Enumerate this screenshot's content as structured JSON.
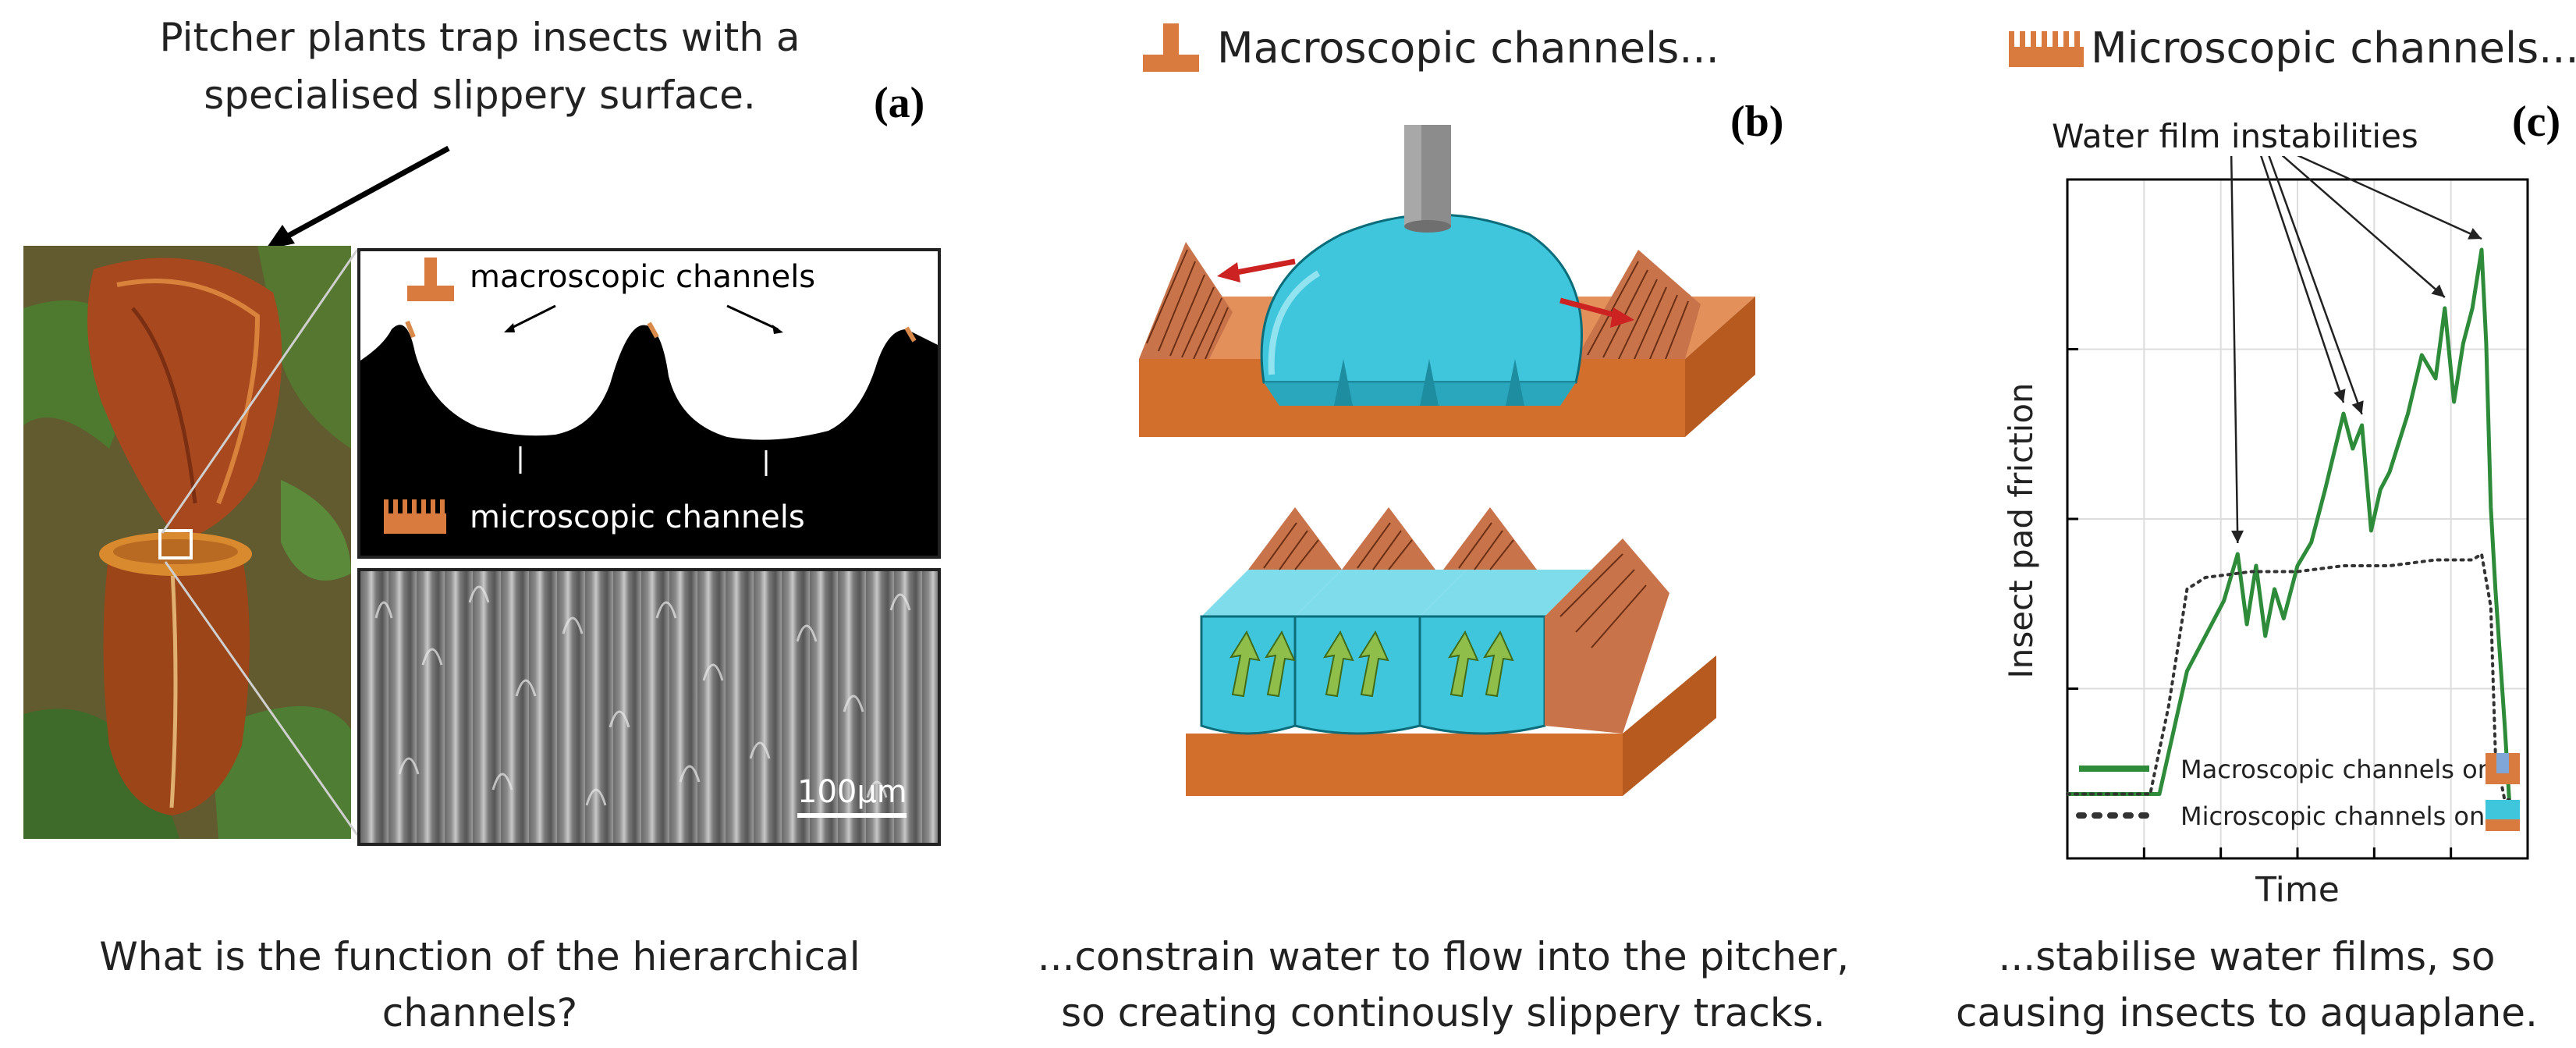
{
  "panel_a": {
    "label": "(a)",
    "title_line1": "Pitcher plants trap insects with a",
    "title_line2": "specialised slippery surface.",
    "macro_label": "macroscopic channels",
    "micro_label": "microscopic channels",
    "scale_bar": "100µm",
    "caption_line1": "What is the function of the hierarchical",
    "caption_line2": "channels?"
  },
  "panel_b": {
    "label": "(b)",
    "heading": "Macroscopic channels...",
    "caption_line1": "...constrain water to flow into the pitcher,",
    "caption_line2": "so creating continously slippery tracks."
  },
  "panel_c": {
    "label": "(c)",
    "heading": "Microscopic channels...",
    "annotation": "Water film instabilities",
    "xlabel": "Time",
    "ylabel": "Insect pad friction",
    "legend_macro": "Macroscopic channels only",
    "legend_micro": "Microscopic channels only",
    "caption_line1": "...stabilise water films, so",
    "caption_line2": "causing insects to aquaplane."
  },
  "chart_data": {
    "type": "line",
    "xlabel": "Time",
    "ylabel": "Insect pad friction",
    "grid": true,
    "legend_position": "bottom",
    "series": [
      {
        "name": "Macroscopic channels only",
        "style": "solid",
        "color": "#2e8b3a",
        "x": [
          0,
          0.1,
          0.2,
          0.22,
          0.26,
          0.3,
          0.34,
          0.37,
          0.39,
          0.41,
          0.43,
          0.45,
          0.47,
          0.5,
          0.53,
          0.56,
          0.6,
          0.62,
          0.64,
          0.66,
          0.68,
          0.7,
          0.74,
          0.77,
          0.8,
          0.82,
          0.84,
          0.86,
          0.88,
          0.9,
          0.91,
          0.92,
          0.93,
          0.95,
          0.96
        ],
        "y": [
          0.03,
          0.03,
          0.03,
          0.1,
          0.24,
          0.3,
          0.36,
          0.44,
          0.32,
          0.42,
          0.3,
          0.38,
          0.33,
          0.42,
          0.46,
          0.55,
          0.68,
          0.62,
          0.66,
          0.48,
          0.55,
          0.58,
          0.68,
          0.78,
          0.74,
          0.86,
          0.7,
          0.8,
          0.86,
          0.96,
          0.8,
          0.52,
          0.38,
          0.15,
          0.02
        ]
      },
      {
        "name": "Microscopic channels only",
        "style": "dotted",
        "color": "#333333",
        "x": [
          0,
          0.18,
          0.22,
          0.26,
          0.3,
          0.4,
          0.5,
          0.6,
          0.7,
          0.8,
          0.88,
          0.9,
          0.92,
          0.93,
          0.95,
          0.96
        ],
        "y": [
          0.03,
          0.03,
          0.18,
          0.38,
          0.4,
          0.41,
          0.41,
          0.42,
          0.42,
          0.43,
          0.43,
          0.44,
          0.35,
          0.1,
          0.02,
          0.02
        ]
      }
    ]
  }
}
